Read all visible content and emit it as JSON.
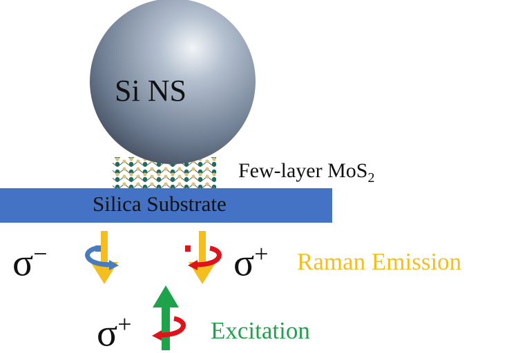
{
  "sphere_label": "Si NS",
  "layer_label": "Few-layer MoS",
  "layer_subscript": "2",
  "substrate_label": "Silica Substrate",
  "emission": {
    "sigma_minus": "σ",
    "minus_sign": "−",
    "sigma_plus": "σ",
    "plus_sign": "+",
    "label": "Raman Emission",
    "color": "#f5be1e"
  },
  "excitation": {
    "sigma_plus": "σ",
    "plus_sign": "+",
    "label": "Excitation",
    "color": "#1ea24a"
  },
  "colors": {
    "substrate": "#4472c4",
    "sphere": "#8796aa",
    "rotation_minus": "#4a7bc0",
    "rotation_plus": "#e0121a"
  }
}
